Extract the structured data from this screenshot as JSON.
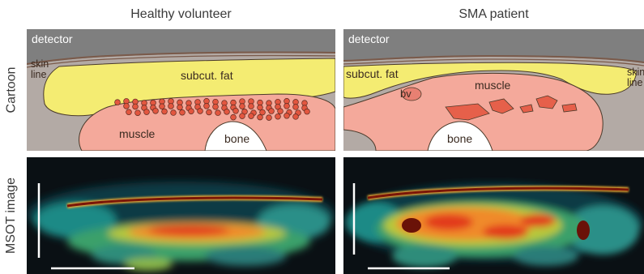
{
  "columns": [
    "Healthy volunteer",
    "SMA patient"
  ],
  "rows": [
    "Cartoon",
    "MSOT image"
  ],
  "healthy_cartoon": {
    "detector": "detector",
    "skin_line": "skin\nline",
    "fat": "subcut. fat",
    "muscle": "muscle",
    "bone": "bone"
  },
  "sma_cartoon": {
    "detector": "detector",
    "skin_line": "skin\nline",
    "fat": "subcut. fat",
    "muscle": "muscle",
    "bone": "bone",
    "blood_vessel": "bv"
  },
  "colors": {
    "detector": "#7f7f7f",
    "tissue_background": "#b3aaa5",
    "skin_line": "#7a5a4a",
    "fat": "#f4ec72",
    "muscle": "#f4a99b",
    "muscle_dots": "#e2563f",
    "lesion": "#e6604a",
    "bone": "#ffffff",
    "scale_bar": "#ffffff"
  }
}
